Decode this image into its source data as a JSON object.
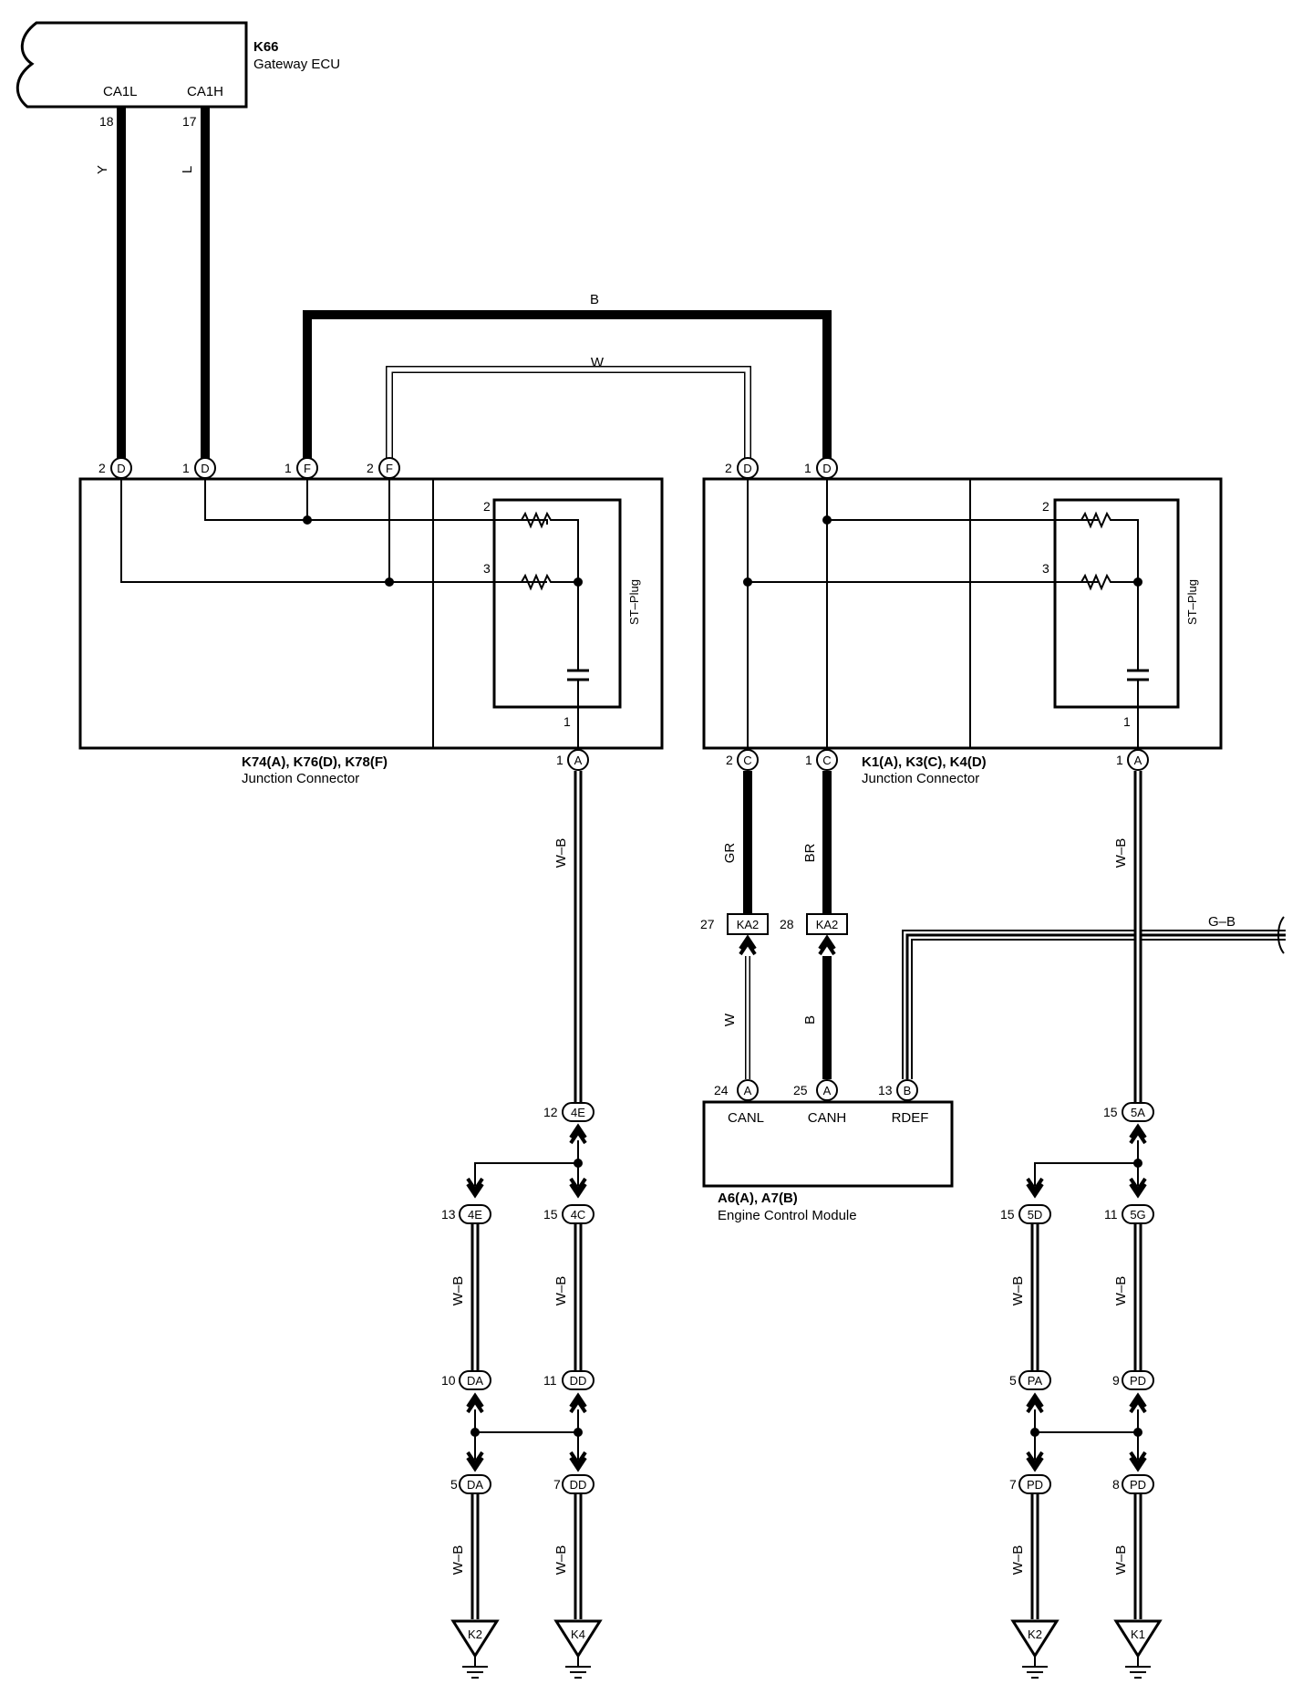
{
  "gateway_ecu": {
    "code": "K66",
    "name": "Gateway ECU",
    "pin_ca1l": "CA1L",
    "pin_ca1h": "CA1H",
    "pin_no_18": "18",
    "pin_no_17": "17"
  },
  "left_jc": {
    "codes": "K74(A), K76(D), K78(F)",
    "name": "Junction Connector",
    "st_plug": "ST–Plug"
  },
  "right_jc": {
    "codes": "K1(A), K3(C), K4(D)",
    "name": "Junction Connector",
    "st_plug": "ST–Plug"
  },
  "ecm": {
    "codes": "A6(A), A7(B)",
    "name": "Engine Control Module",
    "pin_canl": "CANL",
    "pin_canh": "CANH",
    "pin_rdef": "RDEF",
    "pin_no_24": "24",
    "pin_no_25": "25",
    "pin_no_13": "13"
  },
  "wire_colors": {
    "y": "Y",
    "l": "L",
    "b": "B",
    "w": "W",
    "wb": "W–B",
    "gr": "GR",
    "br": "BR",
    "gb": "G–B"
  },
  "connector_letters": {
    "a": "A",
    "b": "B",
    "c": "C",
    "d": "D",
    "f": "F"
  },
  "pin_numbers": {
    "p1": "1",
    "p2": "2",
    "p3": "3",
    "p5": "5",
    "p7": "7",
    "p8": "8",
    "p9": "9",
    "p10": "10",
    "p11": "11",
    "p12": "12",
    "p13": "13",
    "p15": "15",
    "p27": "27",
    "p28": "28"
  },
  "inline_connectors": {
    "ka2": "KA2",
    "c4e": "4E",
    "c4c": "4C",
    "cda": "DA",
    "cdd": "DD",
    "c5a": "5A",
    "c5d": "5D",
    "c5g": "5G",
    "cpa": "PA",
    "cpd": "PD"
  },
  "grounds": {
    "k1": "K1",
    "k2": "K2",
    "k4": "K4"
  }
}
